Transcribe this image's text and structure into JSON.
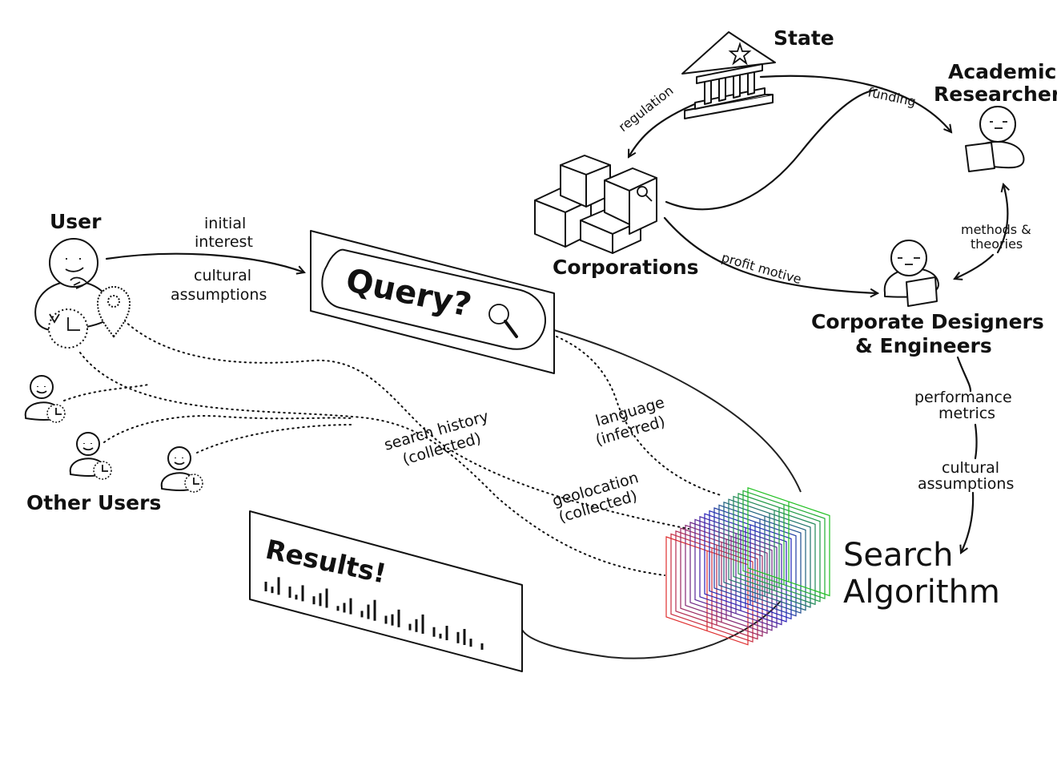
{
  "nodes": {
    "state": "State",
    "academic_line1": "Academic",
    "academic_line2": "Researchers",
    "corporations": "Corporations",
    "designers_line1": "Corporate Designers",
    "designers_line2": "& Engineers",
    "user": "User",
    "other_users": "Other Users",
    "query": "Query?",
    "results": "Results!",
    "algorithm_line1": "Search",
    "algorithm_line2": "Algorithm"
  },
  "edges": {
    "regulation": "regulation",
    "funding": "funding",
    "profit_motive": "profit motive",
    "methods_line1": "methods &",
    "methods_line2": "theories",
    "performance_line1": "performance",
    "performance_line2": "metrics",
    "cultural_right_line1": "cultural",
    "cultural_right_line2": "assumptions",
    "initial_line1": "initial",
    "initial_line2": "interest",
    "cultural_left_line1": "cultural",
    "cultural_left_line2": "assumptions",
    "search_history_line1": "search history",
    "search_history_line2": "(collected)",
    "language_line1": "language",
    "language_line2": "(inferred)",
    "geolocation_line1": "geolocation",
    "geolocation_line2": "(collected)"
  },
  "icons": [
    "state-building-icon",
    "star-icon",
    "researcher-icon",
    "corporations-blocks-icon",
    "engineer-icon",
    "user-icon",
    "history-clock-icon",
    "location-pin-icon",
    "search-icon",
    "other-user-icon",
    "algorithm-cube-icon"
  ],
  "colors": {
    "ink": "#111111",
    "cube_red": "#e03030",
    "cube_blue": "#2020c0",
    "cube_green": "#20c020"
  }
}
